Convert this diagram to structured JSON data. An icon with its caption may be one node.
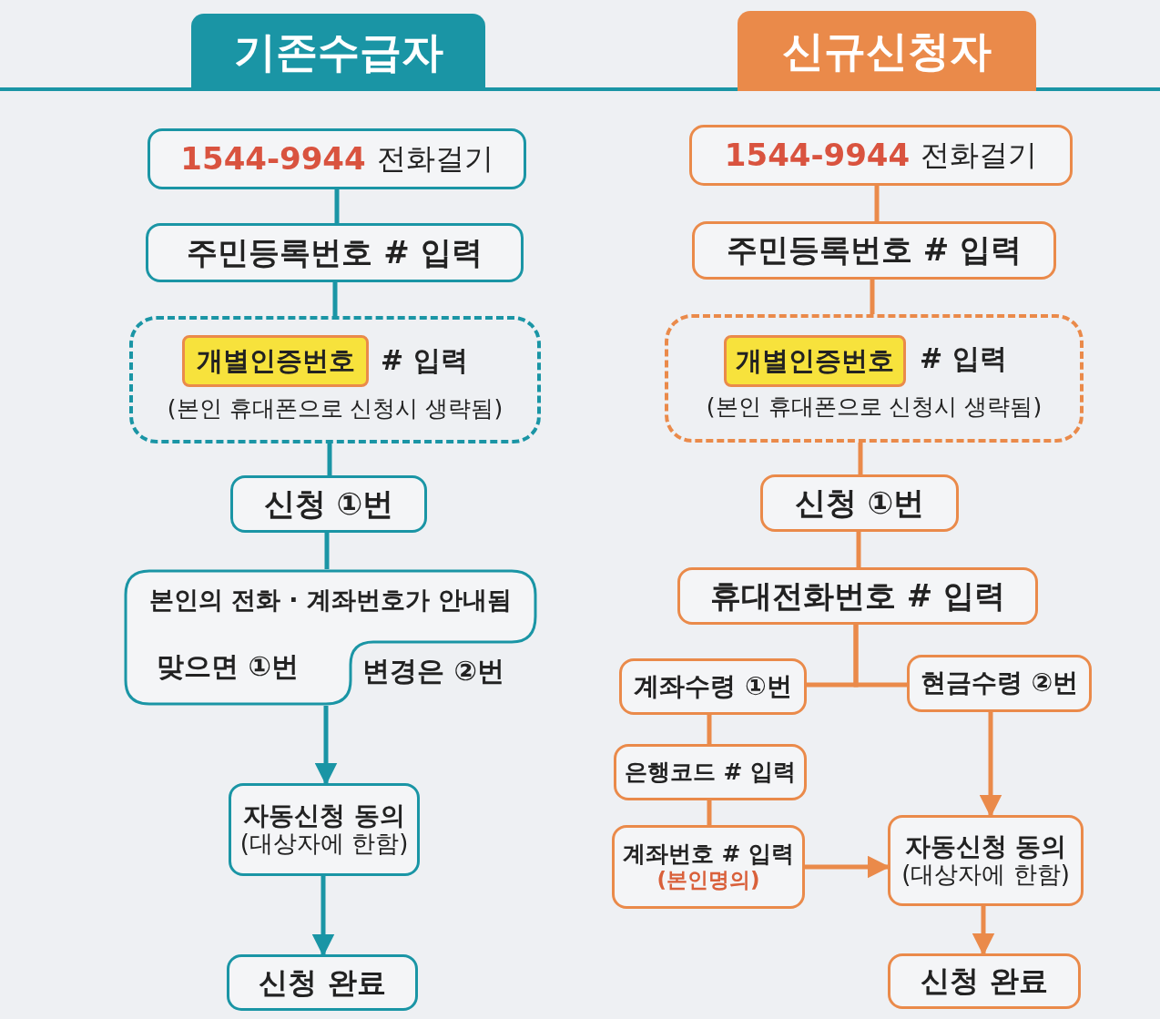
{
  "diagram": {
    "nodes": [
      {
        "text": [
          "기존수급자"
        ]
      },
      {
        "text": [
          "1544-9944",
          "전화걸기"
        ]
      },
      {
        "text": [
          "주민등록번호 # 입력"
        ]
      },
      {
        "text": [
          "# 입력",
          "(본인 휴대폰으로 신청시 생략됨)"
        ]
      },
      {
        "text": [
          "개별인증번호"
        ],
        "in": 3
      },
      {
        "text": [
          "신청 ①번"
        ]
      },
      {
        "text": [
          "본인의 전화 · 계좌번호가 안내됨",
          "맞으면 ①번",
          "변경은 ②번"
        ]
      },
      {
        "text": [
          "자동신청 동의",
          "(대상자에 한함)"
        ]
      },
      {
        "text": [
          "신청 완료"
        ]
      },
      {
        "text": [
          "신규신청자"
        ]
      },
      {
        "text": [
          "1544-9944",
          "전화걸기"
        ]
      },
      {
        "text": [
          "주민등록번호 # 입력"
        ]
      },
      {
        "text": [
          "# 입력",
          "(본인 휴대폰으로 신청시 생략됨)"
        ]
      },
      {
        "text": [
          "개별인증번호"
        ],
        "in": 12
      },
      {
        "text": [
          "신청 ①번"
        ]
      },
      {
        "text": [
          "휴대전화번호 # 입력"
        ]
      },
      {
        "text": [
          "계좌수령 ①번"
        ]
      },
      {
        "text": [
          "현금수령 ②번"
        ]
      },
      {
        "text": [
          "은행코드 # 입력"
        ]
      },
      {
        "text": [
          "계좌번호 # 입력",
          "(본인명의)"
        ]
      },
      {
        "text": [
          "자동신청 동의",
          "(대상자에 한함)"
        ]
      },
      {
        "text": [
          "신청 완료"
        ]
      }
    ],
    "edges": [
      {
        "from": 1,
        "to": 2,
        "arrow": "none",
        "color": "#1a95a5"
      },
      {
        "from": 2,
        "to": 3,
        "arrow": "none",
        "color": "#1a95a5"
      },
      {
        "from": 3,
        "to": 5,
        "arrow": "none",
        "color": "#1a95a5"
      },
      {
        "from": 5,
        "to": 6,
        "arrow": "none",
        "color": "#1a95a5"
      },
      {
        "from": 6,
        "to": 7,
        "arrow": "to",
        "color": "#1a95a5"
      },
      {
        "from": 7,
        "to": 8,
        "arrow": "to",
        "color": "#1a95a5"
      },
      {
        "from": 10,
        "to": 11,
        "arrow": "none"
      },
      {
        "from": 11,
        "to": 12,
        "arrow": "none"
      },
      {
        "from": 12,
        "to": 14,
        "arrow": "none"
      },
      {
        "from": 14,
        "to": 15,
        "arrow": "none"
      },
      {
        "from": 15,
        "to": 16,
        "arrow": "none"
      },
      {
        "from": 15,
        "to": 17,
        "arrow": "none"
      },
      {
        "from": 16,
        "to": 18,
        "arrow": "none"
      },
      {
        "from": 18,
        "to": 19,
        "arrow": "none"
      },
      {
        "from": 19,
        "to": 20,
        "arrow": "to"
      },
      {
        "from": 17,
        "to": 20,
        "arrow": "to"
      },
      {
        "from": 20,
        "to": 21,
        "arrow": "to"
      }
    ]
  }
}
